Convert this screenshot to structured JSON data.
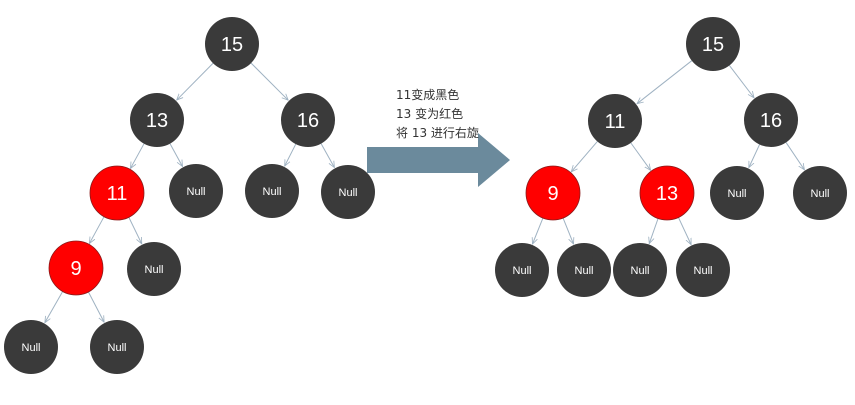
{
  "colors": {
    "black_node": "#3a3a3a",
    "red_node": "#ff0000",
    "node_text": "#ffffff",
    "edge": "#9fb2c2",
    "arrow": "#6b8a9c"
  },
  "note": {
    "line1": "11变成黑色",
    "line2": "13 变为红色",
    "line3": "将 13 进行右旋"
  },
  "trees": [
    {
      "id": "before",
      "nodes": [
        {
          "id": "n15",
          "label": "15",
          "color": "black"
        },
        {
          "id": "n13",
          "label": "13",
          "color": "black"
        },
        {
          "id": "n16",
          "label": "16",
          "color": "black"
        },
        {
          "id": "n11",
          "label": "11",
          "color": "red"
        },
        {
          "id": "nl1",
          "label": "Null",
          "color": "black"
        },
        {
          "id": "nl2",
          "label": "Null",
          "color": "black"
        },
        {
          "id": "nl3",
          "label": "Null",
          "color": "black"
        },
        {
          "id": "n9",
          "label": "9",
          "color": "red"
        },
        {
          "id": "nl4",
          "label": "Null",
          "color": "black"
        },
        {
          "id": "nl5",
          "label": "Null",
          "color": "black"
        },
        {
          "id": "nl6",
          "label": "Null",
          "color": "black"
        }
      ],
      "edges": [
        [
          "n15",
          "n13"
        ],
        [
          "n15",
          "n16"
        ],
        [
          "n13",
          "n11"
        ],
        [
          "n13",
          "nl1"
        ],
        [
          "n16",
          "nl2"
        ],
        [
          "n16",
          "nl3"
        ],
        [
          "n11",
          "n9"
        ],
        [
          "n11",
          "nl4"
        ],
        [
          "n9",
          "nl5"
        ],
        [
          "n9",
          "nl6"
        ]
      ]
    },
    {
      "id": "after",
      "nodes": [
        {
          "id": "m15",
          "label": "15",
          "color": "black"
        },
        {
          "id": "m11",
          "label": "11",
          "color": "black"
        },
        {
          "id": "m16",
          "label": "16",
          "color": "black"
        },
        {
          "id": "m9",
          "label": "9",
          "color": "red"
        },
        {
          "id": "m13",
          "label": "13",
          "color": "red"
        },
        {
          "id": "ml1",
          "label": "Null",
          "color": "black"
        },
        {
          "id": "ml2",
          "label": "Null",
          "color": "black"
        },
        {
          "id": "ml3",
          "label": "Null",
          "color": "black"
        },
        {
          "id": "ml4",
          "label": "Null",
          "color": "black"
        },
        {
          "id": "ml5",
          "label": "Null",
          "color": "black"
        },
        {
          "id": "ml6",
          "label": "Null",
          "color": "black"
        }
      ],
      "edges": [
        [
          "m15",
          "m11"
        ],
        [
          "m15",
          "m16"
        ],
        [
          "m11",
          "m9"
        ],
        [
          "m11",
          "m13"
        ],
        [
          "m16",
          "ml1"
        ],
        [
          "m16",
          "ml2"
        ],
        [
          "m9",
          "ml3"
        ],
        [
          "m9",
          "ml4"
        ],
        [
          "m13",
          "ml5"
        ],
        [
          "m13",
          "ml6"
        ]
      ]
    }
  ]
}
